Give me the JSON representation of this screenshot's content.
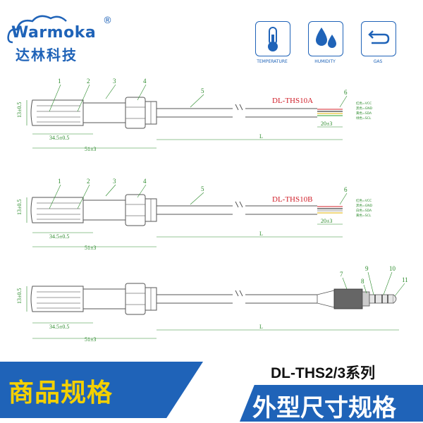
{
  "brand": {
    "name_en": "Warmoka",
    "name_cn": "达林科技",
    "reg_mark": "®"
  },
  "icons": [
    {
      "label": "TEMPERATURE",
      "icon": "thermometer-icon"
    },
    {
      "label": "HUMIDITY",
      "icon": "droplets-icon"
    },
    {
      "label": "GAS",
      "icon": "gas-flow-icon"
    }
  ],
  "diagram1": {
    "model": "DL-THS10A",
    "callouts": [
      "1",
      "2",
      "3",
      "4",
      "5",
      "6"
    ],
    "dims": {
      "height": "13±0.5",
      "head": "34.5±0.5",
      "total": "51±3",
      "length": "L",
      "strip": "20±3"
    },
    "wires": [
      "红色=VCC",
      "黑色=GND",
      "黄色=SDA",
      "绿色=SCL"
    ]
  },
  "diagram2": {
    "model": "DL-THS10B",
    "callouts": [
      "1",
      "2",
      "3",
      "4",
      "5",
      "6"
    ],
    "dims": {
      "height": "13±0.5",
      "head": "34.5±0.5",
      "total": "51±3",
      "length": "L",
      "strip": "20±3"
    },
    "wires": [
      "红色=VCC",
      "黑色=GND",
      "白色=SDA",
      "黄色=SCL"
    ]
  },
  "diagram3": {
    "callouts": [
      "7",
      "8",
      "9",
      "10",
      "11"
    ],
    "dims": {
      "height": "13±0.5",
      "head": "34.5±0.5",
      "total": "51±3",
      "length": "L"
    }
  },
  "footer": {
    "left": "商品规格",
    "right_top": "DL-THS2/3系列",
    "right_bottom": "外型尺寸规格"
  },
  "colors": {
    "brand_blue": "#1f63b8",
    "dim_green": "#2a8a2a",
    "label_red": "#d0202a",
    "footer_yellow": "#f4d000"
  }
}
